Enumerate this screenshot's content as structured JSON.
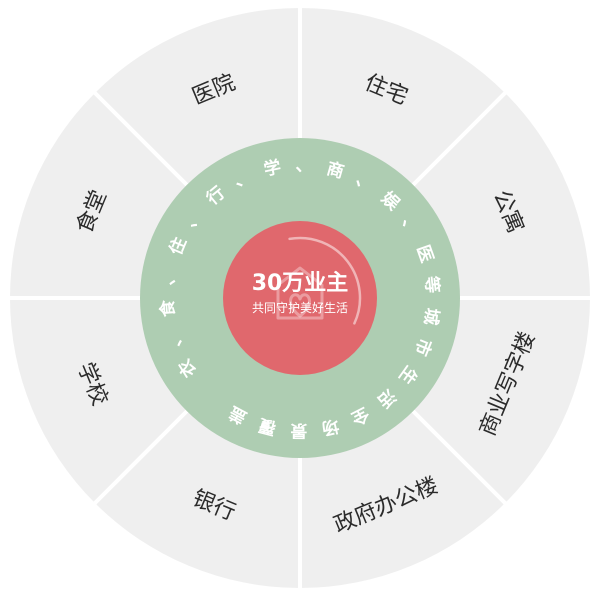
{
  "colors": {
    "outer_ring": "#efefef",
    "divider": "#ffffff",
    "green_ring": "#aecdb2",
    "center": "#e0686d",
    "text_dark": "#2b2b2b",
    "text_light": "#ffffff"
  },
  "sectors": [
    {
      "label": "住宅"
    },
    {
      "label": "公寓"
    },
    {
      "label": "商业写字楼"
    },
    {
      "label": "政府办公楼"
    },
    {
      "label": "银行"
    },
    {
      "label": "学校"
    },
    {
      "label": "食堂"
    },
    {
      "label": "医院"
    }
  ],
  "ring_text": [
    "衣",
    "、",
    "食",
    "、",
    "住",
    "、",
    "行",
    "、",
    "学",
    "、",
    "商",
    "、",
    "娱",
    "、",
    "医",
    "等",
    "城",
    "市",
    "生",
    "活",
    "全",
    "场",
    "景",
    "覆",
    "盖"
  ],
  "center": {
    "title": "30万业主",
    "subtitle": "共同守护美好生活",
    "icon": "house-heart-icon"
  }
}
